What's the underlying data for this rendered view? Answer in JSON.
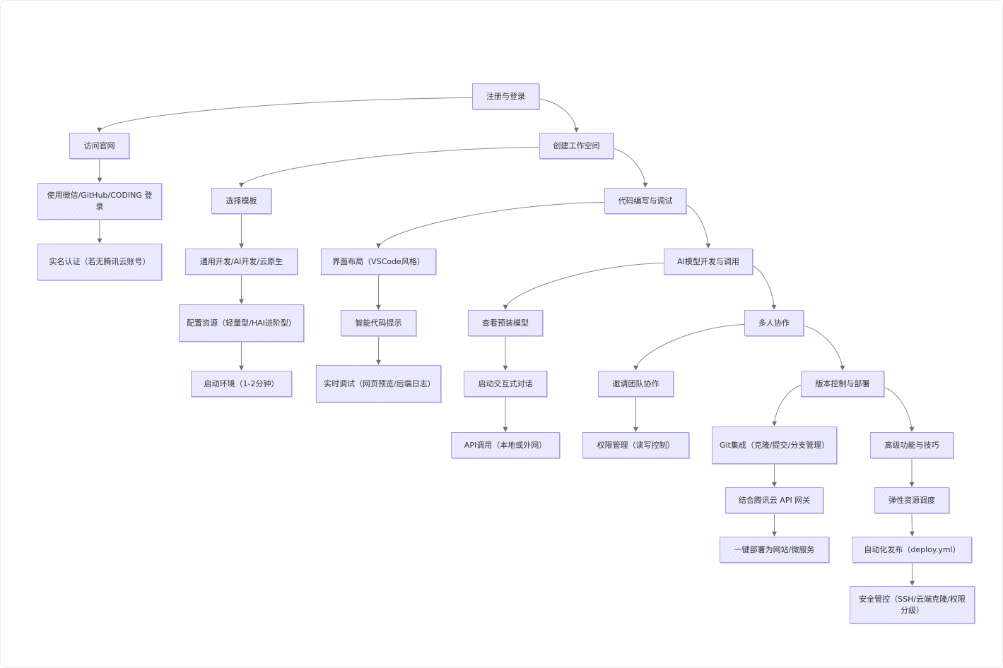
{
  "nodes": {
    "register_login": "注册与登录",
    "visit_site": "访问官网",
    "login_methods": "使用微信/GitHub/CODING 登录",
    "real_name": "实名认证（若无腾讯云账号）",
    "create_workspace": "创建工作空间",
    "choose_template": "选择模板",
    "template_types": "通用开发/AI开发/云原生",
    "config_resources": "配置资源（轻量型/HAI进阶型）",
    "start_env": "启动环境（1-2分钟）",
    "code_debug": "代码编写与调试",
    "ui_layout": "界面布局（VSCode风格）",
    "smart_hint": "智能代码提示",
    "live_debug": "实时调试（网页预览/后端日志）",
    "ai_model": "AI模型开发与调用",
    "view_models": "查看预装模型",
    "interactive_chat": "启动交互式对话",
    "api_call": "API调用（本地或外网）",
    "collab": "多人协作",
    "invite_team": "邀请团队协作",
    "permissions": "权限管理（读写控制）",
    "vcs_deploy": "版本控制与部署",
    "git_integration": "Git集成（克隆/提交/分支管理）",
    "api_gateway": "结合腾讯云 API 网关",
    "one_click_deploy": "一键部署为网站/微服务",
    "advanced": "高级功能与技巧",
    "elastic": "弹性资源调度",
    "auto_release": "自动化发布（deploy.yml）",
    "security": "安全管控（SSH/云端克隆/权限分级）"
  },
  "edges": [
    [
      "register_login",
      "visit_site"
    ],
    [
      "register_login",
      "create_workspace"
    ],
    [
      "visit_site",
      "login_methods"
    ],
    [
      "login_methods",
      "real_name"
    ],
    [
      "create_workspace",
      "choose_template"
    ],
    [
      "create_workspace",
      "code_debug"
    ],
    [
      "choose_template",
      "template_types"
    ],
    [
      "template_types",
      "config_resources"
    ],
    [
      "config_resources",
      "start_env"
    ],
    [
      "code_debug",
      "ui_layout"
    ],
    [
      "code_debug",
      "ai_model"
    ],
    [
      "ui_layout",
      "smart_hint"
    ],
    [
      "smart_hint",
      "live_debug"
    ],
    [
      "ai_model",
      "view_models"
    ],
    [
      "ai_model",
      "collab"
    ],
    [
      "view_models",
      "interactive_chat"
    ],
    [
      "interactive_chat",
      "api_call"
    ],
    [
      "collab",
      "invite_team"
    ],
    [
      "collab",
      "vcs_deploy"
    ],
    [
      "invite_team",
      "permissions"
    ],
    [
      "vcs_deploy",
      "git_integration"
    ],
    [
      "vcs_deploy",
      "advanced"
    ],
    [
      "git_integration",
      "api_gateway"
    ],
    [
      "api_gateway",
      "one_click_deploy"
    ],
    [
      "advanced",
      "elastic"
    ],
    [
      "elastic",
      "auto_release"
    ],
    [
      "auto_release",
      "security"
    ]
  ],
  "colors": {
    "node_fill": "#ecebfd",
    "node_border": "#a99ce8",
    "edge": "#8a8a8a",
    "text": "#333333"
  }
}
